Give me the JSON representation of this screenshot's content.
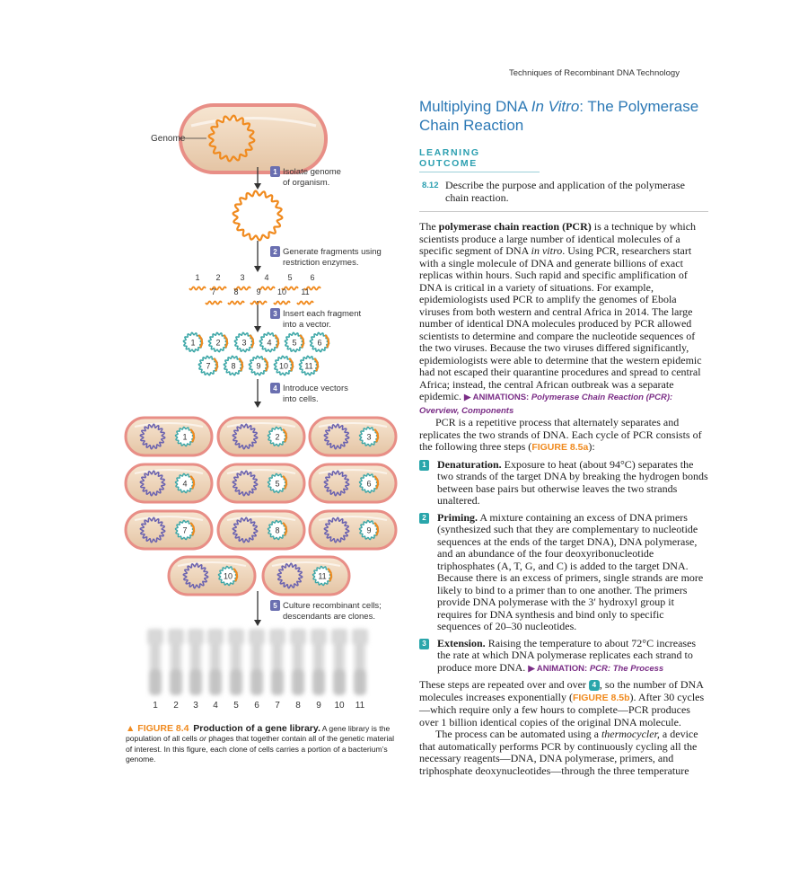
{
  "running_head": "Techniques of Recombinant DNA Technology",
  "figure": {
    "genome_label": "Genome",
    "steps": [
      {
        "num": "1",
        "line1": "Isolate genome",
        "line2": "of organism."
      },
      {
        "num": "2",
        "line1": "Generate fragments using",
        "line2": "restriction enzymes."
      },
      {
        "num": "3",
        "line1": "Insert each fragment",
        "line2": "into a vector."
      },
      {
        "num": "4",
        "line1": "Introduce vectors",
        "line2": "into cells."
      },
      {
        "num": "5",
        "line1": "Culture recombinant cells;",
        "line2": "descendants are clones."
      }
    ],
    "fragment_numbers": [
      "1",
      "2",
      "3",
      "4",
      "5",
      "6",
      "7",
      "8",
      "9",
      "10",
      "11"
    ],
    "tube_numbers": [
      "1",
      "2",
      "3",
      "4",
      "5",
      "6",
      "7",
      "8",
      "9",
      "10",
      "11"
    ],
    "caption": {
      "label": "▲ FIGURE 8.4",
      "title": "Production of a gene library.",
      "text_a": "A gene library is the population of all cells ",
      "or": "or",
      "text_b": " phages that together contain all of the genetic material of interest. In this figure, each clone of cells carries a portion of a bacterium’s genome."
    }
  },
  "section": {
    "title_a": "Multiplying DNA ",
    "title_italic": "In Vitro",
    "title_b": ": The Polymerase Chain Reaction",
    "learning_outcome_heading": "LEARNING OUTCOME",
    "lo_number": "8.12",
    "lo_text": "Describe the purpose and application of the polymerase chain reaction.",
    "p1": {
      "a": "The ",
      "bold": "polymerase chain reaction (PCR)",
      "b": " is a technique by which scientists produce a large number of identical molecules of a specific segment of DNA ",
      "italic": "in vitro",
      "c": ". Using PCR, researchers start with a single molecule of DNA and generate billions of exact replicas within hours. Such rapid and specific amplification of DNA is critical in a variety of situations. For example, epidemiologists used PCR to amplify the genomes of Ebola viruses from both western and central Africa in 2014. The large number of identical DNA molecules produced by PCR allowed scientists to determine and compare the nucleotide sequences of the two viruses. Because the two viruses differed significantly, epidemiologists were able to determine that the western epidemic had not escaped their quarantine procedures and spread to central Africa; instead, the central African outbreak was a separate epidemic. ",
      "anim_label": "▶ ANIMATIONS:",
      "anim_title": " Polymerase Chain Reaction (PCR): Overview, Components"
    },
    "p2": {
      "a": "PCR is a repetitive process that alternately separates and replicates the two strands of DNA. Each cycle of PCR consists of the following three steps (",
      "ref": "FIGURE 8.5a",
      "b": "):"
    },
    "steps": [
      {
        "num": "1",
        "term": "Denaturation.",
        "text": " Exposure to heat (about 94°C) separates the two strands of the target DNA by breaking the hydrogen bonds between base pairs but otherwise leaves the two strands unaltered."
      },
      {
        "num": "2",
        "term": "Priming.",
        "text": " A mixture containing an excess of DNA primers (synthesized such that they are complementary to nucleotide sequences at the ends of the target DNA), DNA polymerase, and an abundance of the four deoxyribonucleotide triphosphates (A, T, G, and C) is added to the target DNA. Because there is an excess of primers, single strands are more likely to bind to a primer than to one another. The primers provide DNA polymerase with the 3′ hydroxyl group it requires for DNA synthesis and bind only to specific sequences of 20–30 nucleotides."
      },
      {
        "num": "3",
        "term": "Extension.",
        "text": " Raising the temperature to about 72°C increases the rate at which DNA polymerase replicates each strand to produce more DNA. ",
        "anim_label": "▶ ANIMATION:",
        "anim_title": " PCR: The Process"
      }
    ],
    "p3": {
      "a": "These steps are repeated over and over ",
      "badge": "4",
      "b": ", so the number of DNA molecules increases exponentially (",
      "ref": "FIGURE 8.5b",
      "c": "). After 30 cycles—which require only a few hours to complete—PCR produces over 1 billion identical copies of the original DNA molecule."
    },
    "p4": {
      "a": "The process can be automated using a ",
      "italic": "thermocycler,",
      "b": " a device that automatically performs PCR by continuously cycling all the necessary reagents—DNA, DNA polymerase, primers, and triphosphate deoxynucleotides—through the three temperature"
    }
  },
  "colors": {
    "title_blue": "#2b78b5",
    "teal": "#2aa6ab",
    "figure_orange": "#f08a1e",
    "animation_purple": "#7a2d86",
    "cell_fill": "#ecd3b8",
    "cell_border": "#e88e86",
    "plasmid_purple": "#6a62b0",
    "plasmid_teal": "#3aa6a6"
  }
}
